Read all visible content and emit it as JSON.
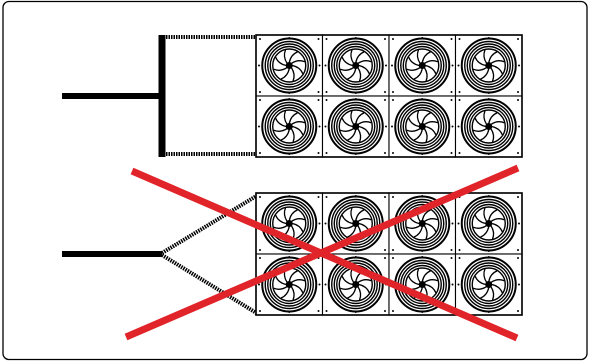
{
  "diagram": {
    "colors": {
      "ink": "#000000",
      "background": "#ffffff",
      "cross": "#e0242a"
    },
    "panels": [
      {
        "id": "correct-layout",
        "duct_style": "straight-tee",
        "crossed_out": false,
        "fan_grid": {
          "rows": 2,
          "cols": 4
        }
      },
      {
        "id": "incorrect-layout",
        "duct_style": "diverging",
        "crossed_out": true,
        "fan_grid": {
          "rows": 2,
          "cols": 4
        }
      }
    ],
    "fan_icon": "axial-fan-icon"
  }
}
